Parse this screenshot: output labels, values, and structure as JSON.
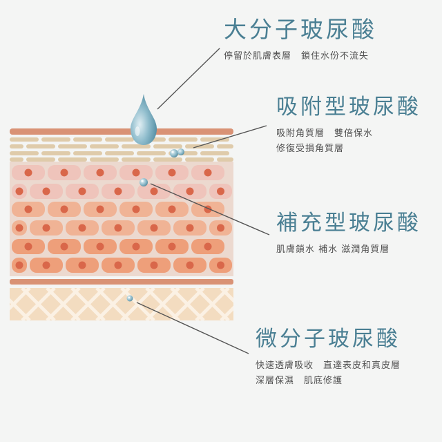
{
  "labels": {
    "large": {
      "title": "大分子玻尿酸",
      "lines": [
        "停留於肌膚表層　鎖住水份不流失"
      ]
    },
    "adsorb": {
      "title": "吸附型玻尿酸",
      "lines": [
        "吸附角質層　雙倍保水",
        "修復受損角質層"
      ]
    },
    "replenish": {
      "title": "補充型玻尿酸",
      "lines": [
        "肌膚鎖水 補水 滋潤角質層"
      ]
    },
    "micro": {
      "title": "微分子玻尿酸",
      "lines": [
        "快速透膚吸收　直達表皮和真皮層",
        "深層保濕　肌底修護"
      ]
    }
  },
  "colors": {
    "title": "#4a7f93",
    "text": "#4f4f4f",
    "surface_band": "#d99275",
    "stratum_brick": "#dfcbaa",
    "cell_light": "#efc4bb",
    "cell_mid": "#f0b395",
    "cell_dark": "#ee9f7a",
    "nucleus": "#d9674a",
    "dermis_fill": "#f3dcc0",
    "dermis_lattice": "#fbf1e4",
    "drop": "#6fa3b7",
    "leader": "#555555"
  }
}
